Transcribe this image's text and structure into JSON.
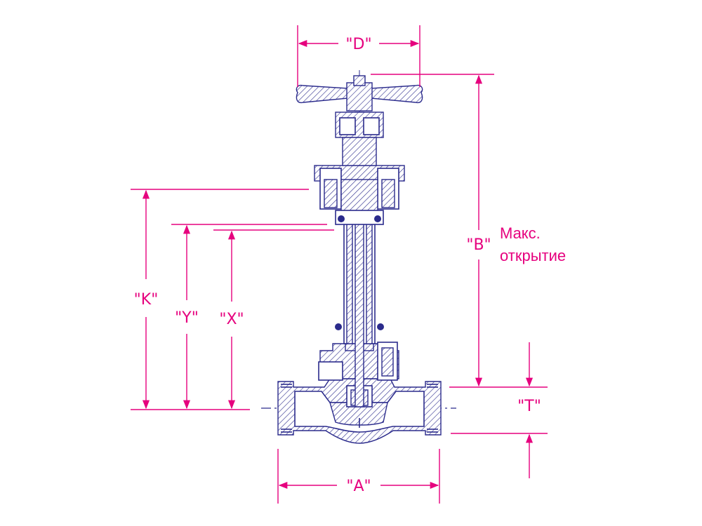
{
  "dimensions": {
    "d": "\"D\"",
    "b": "\"B\"",
    "k": "\"K\"",
    "y": "\"Y\"",
    "x": "\"X\"",
    "t": "\"T\"",
    "a": "\"A\""
  },
  "annotation": {
    "line1": "Макс.",
    "line2": "открытие"
  },
  "colors": {
    "dimension": "#e6007e",
    "drawing": "#2b2b8c"
  }
}
